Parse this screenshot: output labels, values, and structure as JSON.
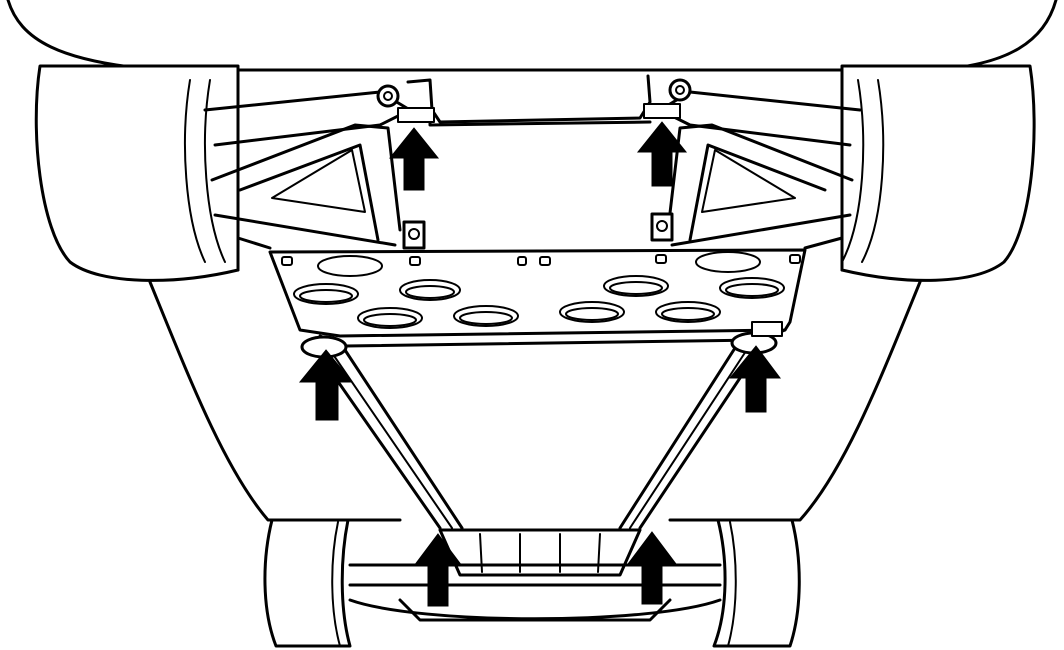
{
  "diagram": {
    "type": "line-drawing",
    "subject": "vehicle-underbody",
    "colors": {
      "line": "#000000",
      "background": "#ffffff",
      "arrow": "#000000"
    },
    "arrow_count": 6
  }
}
